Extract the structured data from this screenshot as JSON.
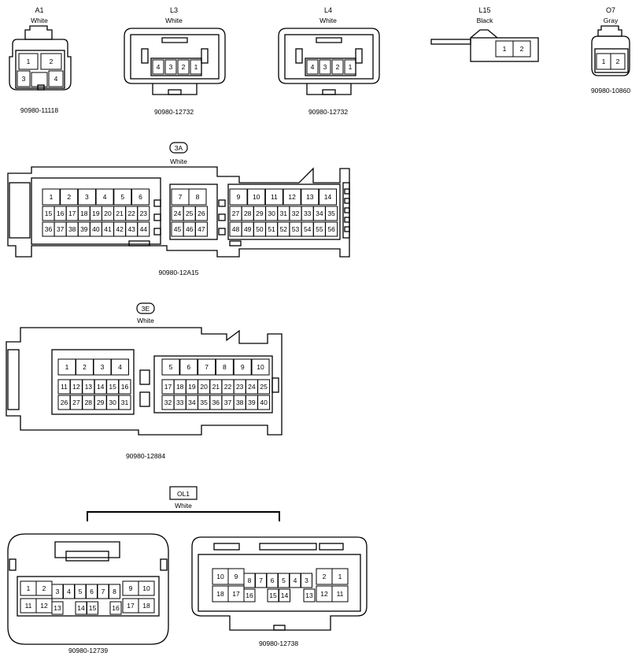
{
  "connectors": {
    "a1": {
      "id": "A1",
      "color": "White",
      "part": "90980-11118",
      "pins": [
        "1",
        "2",
        "3",
        "4"
      ]
    },
    "l3": {
      "id": "L3",
      "color": "White",
      "part": "90980-12732",
      "pins": [
        "4",
        "3",
        "2",
        "1"
      ]
    },
    "l4": {
      "id": "L4",
      "color": "White",
      "part": "90980-12732",
      "pins": [
        "4",
        "3",
        "2",
        "1"
      ]
    },
    "l15": {
      "id": "L15",
      "color": "Black",
      "pins": [
        "1",
        "2"
      ]
    },
    "o7": {
      "id": "O7",
      "color": "Gray",
      "part": "90980-10860",
      "pins": [
        "1",
        "2"
      ]
    },
    "c3a": {
      "id": "3A",
      "color": "White",
      "part": "90980-12A15",
      "pins": [
        "1",
        "2",
        "3",
        "4",
        "5",
        "6",
        "7",
        "8",
        "9",
        "10",
        "11",
        "12",
        "13",
        "14",
        "15",
        "16",
        "17",
        "18",
        "19",
        "20",
        "21",
        "22",
        "23",
        "24",
        "25",
        "26",
        "27",
        "28",
        "29",
        "30",
        "31",
        "32",
        "33",
        "34",
        "35",
        "36",
        "37",
        "38",
        "39",
        "40",
        "41",
        "42",
        "43",
        "44",
        "45",
        "46",
        "47",
        "48",
        "49",
        "50",
        "51",
        "52",
        "53",
        "54",
        "55",
        "56"
      ]
    },
    "c3e": {
      "id": "3E",
      "color": "White",
      "part": "90980-12884",
      "pins": [
        "1",
        "2",
        "3",
        "4",
        "5",
        "6",
        "7",
        "8",
        "9",
        "10",
        "11",
        "12",
        "13",
        "14",
        "15",
        "16",
        "17",
        "18",
        "19",
        "20",
        "21",
        "22",
        "23",
        "24",
        "25",
        "26",
        "27",
        "28",
        "29",
        "30",
        "31",
        "32",
        "33",
        "34",
        "35",
        "36",
        "37",
        "38",
        "39",
        "40"
      ]
    },
    "ol1": {
      "id": "OL1",
      "color": "White",
      "left": {
        "part": "90980-12739",
        "pins": [
          "1",
          "2",
          "3",
          "4",
          "5",
          "6",
          "7",
          "8",
          "9",
          "10",
          "11",
          "12",
          "13",
          "14",
          "15",
          "16",
          "17",
          "18"
        ]
      },
      "right": {
        "part": "90980-12738",
        "pins": [
          "10",
          "9",
          "8",
          "7",
          "6",
          "5",
          "4",
          "3",
          "2",
          "1",
          "18",
          "17",
          "16",
          "15",
          "14",
          "13",
          "12",
          "11"
        ]
      }
    }
  }
}
